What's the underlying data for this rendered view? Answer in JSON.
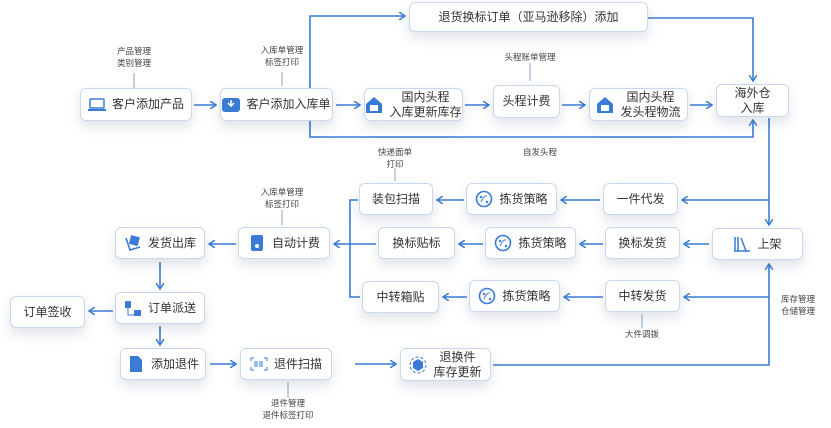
{
  "colors": {
    "accent": "#3a7bd5",
    "border": "#c9d8ee"
  },
  "nodes": {
    "add_product": "客户添加产品",
    "add_inbound": "客户添加入库单",
    "domestic_inbound": [
      "国内头程",
      "入库更新库存"
    ],
    "firstleg_billing": "头程计费",
    "domestic_ship": [
      "国内头程",
      "发头程物流"
    ],
    "overseas_inbound": [
      "海外仓",
      "入库"
    ],
    "return_relabel": "退货换标订单（亚马逊移除）添加",
    "shelve": "上架",
    "dropship": "一件代发",
    "pick1": "拣货策略",
    "pack_scan": "装包扫描",
    "relabel_ship": "换标发货",
    "pick2": "拣货策略",
    "relabel": "换标贴标",
    "auto_billing": "自动计费",
    "outbound": "发货出库",
    "transfer_ship": "中转发货",
    "pick3": "拣货策略",
    "transfer_label": "中转箱贴",
    "delivery": "订单派送",
    "receipt": "订单签收",
    "add_return": "添加退件",
    "return_scan": "退件扫描",
    "return_update": [
      "退换件",
      "库存更新"
    ]
  },
  "labels": {
    "product_mgmt": [
      "产品管理",
      "类别管理"
    ],
    "inbound_mgmt": [
      "入库单管理",
      "标签打印"
    ],
    "firstleg_bill_mgmt": "头程账单管理",
    "self_ship": "自发头程",
    "express_print": [
      "快递面单",
      "打印"
    ],
    "inbound_mgmt2": [
      "入库单管理",
      "标签打印"
    ],
    "bulk_transfer": "大件调拨",
    "inventory_mgmt": [
      "库存管理",
      "仓储管理"
    ],
    "return_mgmt": [
      "退件管理",
      "退件标签打印"
    ]
  }
}
